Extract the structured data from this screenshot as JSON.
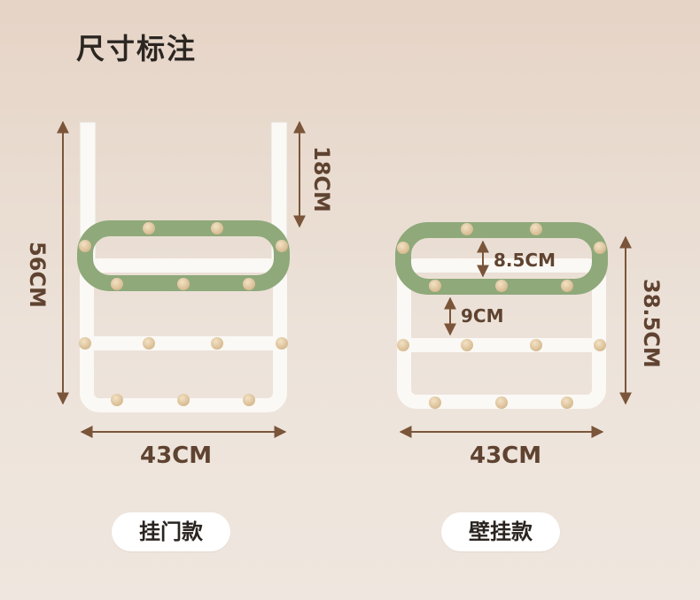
{
  "title": "尺寸标注",
  "door_model": {
    "label": "挂门款",
    "height": "56CM",
    "hook": "18CM",
    "width": "43CM"
  },
  "wall_model": {
    "label": "壁挂款",
    "height": "38.5CM",
    "inner": "8.5CM",
    "gap": "9CM",
    "width": "43CM"
  },
  "colors": {
    "green": "#8fa97a",
    "white": "#fbf9f5",
    "peg": "#e2c9a2",
    "arrow": "#7a5539",
    "text": "#5f4330"
  }
}
